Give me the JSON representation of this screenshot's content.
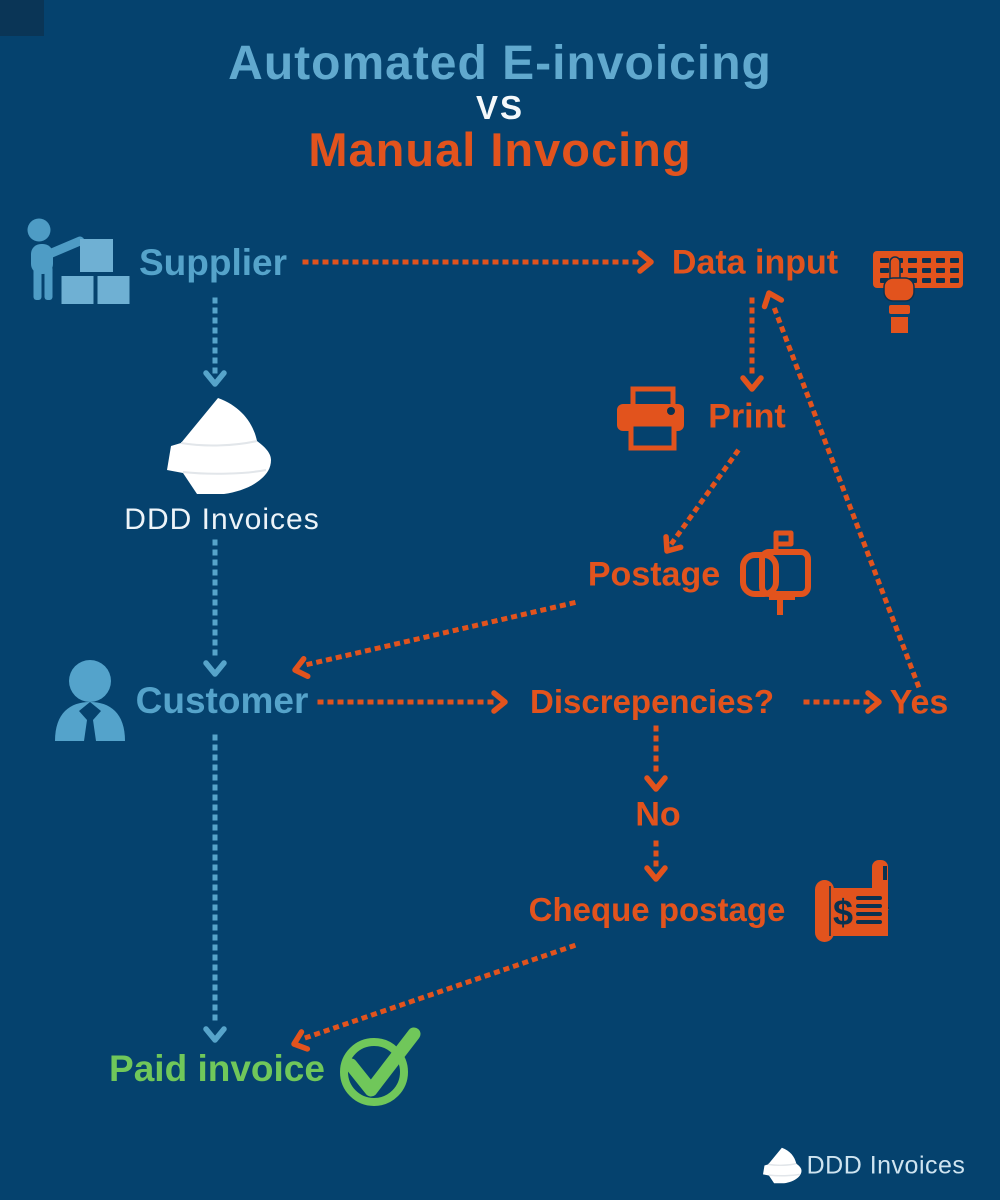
{
  "title": {
    "line1": "Automated E-invoicing",
    "vs": "VS",
    "line2": "Manual Invocing"
  },
  "nodes": {
    "supplier": "Supplier",
    "data_input": "Data input",
    "print": "Print",
    "postage": "Postage",
    "customer": "Customer",
    "discrepancies": "Discrepencies?",
    "yes": "Yes",
    "no": "No",
    "cheque_postage": "Cheque postage",
    "paid_invoice": "Paid invoice",
    "brand": "DDD Invoices"
  },
  "footer": {
    "brand": "DDD Invoices"
  },
  "icons": {
    "supplier": "person-with-boxes-icon",
    "data_input": "keyboard-typing-hand-icon",
    "print": "printer-icon",
    "postage": "mailbox-icon",
    "customer": "person-tie-icon",
    "cheque_postage": "cheque-and-pen-icon",
    "paid_invoice": "check-circle-icon",
    "brand": "ddd-invoices-logo",
    "cheque_dollar": "$"
  },
  "colors": {
    "background": "#05426E",
    "light_blue": "#55A3CA",
    "orange": "#E2531D",
    "green": "#70C75A",
    "white": "#FFFFFF"
  },
  "edges": [
    {
      "from": "Supplier",
      "to": "Data input",
      "color": "orange"
    },
    {
      "from": "Supplier",
      "to": "DDD Invoices",
      "color": "blue"
    },
    {
      "from": "DDD Invoices",
      "to": "Customer",
      "color": "blue"
    },
    {
      "from": "Customer",
      "to": "Paid invoice",
      "color": "blue"
    },
    {
      "from": "Data input",
      "to": "Print",
      "color": "orange"
    },
    {
      "from": "Print",
      "to": "Postage",
      "color": "orange"
    },
    {
      "from": "Postage",
      "to": "Customer",
      "color": "orange"
    },
    {
      "from": "Customer",
      "to": "Discrepencies?",
      "color": "orange"
    },
    {
      "from": "Discrepencies?",
      "to": "Yes",
      "color": "orange"
    },
    {
      "from": "Yes",
      "to": "Data input",
      "color": "orange"
    },
    {
      "from": "Discrepencies?",
      "to": "No",
      "color": "orange"
    },
    {
      "from": "No",
      "to": "Cheque postage",
      "color": "orange"
    },
    {
      "from": "Cheque postage",
      "to": "Paid invoice",
      "color": "orange"
    }
  ]
}
